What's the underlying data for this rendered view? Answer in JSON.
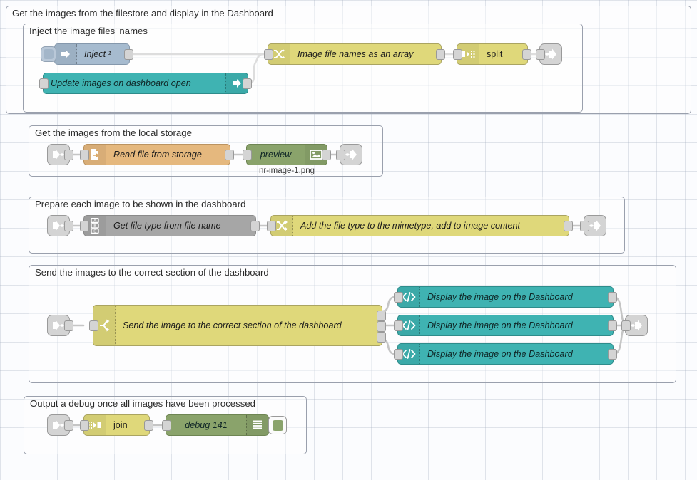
{
  "editor": {
    "app": "Node-RED flow editor canvas",
    "canvas_background": "#fbfcfe",
    "grid_color": "#a0aabe"
  },
  "palette": {
    "yellow": "#dfd87a",
    "teal": "#3fb3b2",
    "green": "#8aa36b",
    "grey": "#a6a6a6",
    "tan": "#e5b87e",
    "blue": "#a6bbcf",
    "link_node": "#d4d4d4",
    "group_border": "#9aa0ad"
  },
  "groups": {
    "outer": {
      "label": "Get the images from the filestore and display in the Dashboard"
    },
    "inject": {
      "label": "Inject the image files' names"
    },
    "storage": {
      "label": "Get the images from the local storage"
    },
    "prepare": {
      "label": "Prepare each image to be shown in the dashboard"
    },
    "send": {
      "label": "Send the images to the correct section of the dashboard"
    },
    "debug": {
      "label": "Output a debug once all images have been processed"
    }
  },
  "nodes": {
    "inject": {
      "label": "Inject ¹",
      "type": "inject",
      "icon": "inject-arrow-icon",
      "color": "#a6bbcf"
    },
    "update_images": {
      "label": "Update images on dashboard open",
      "type": "ui-control",
      "icon": "arrow-right-icon",
      "color": "#3fb3b2"
    },
    "image_names": {
      "label": "Image file names as an array",
      "type": "change",
      "icon": "shuffle-icon",
      "color": "#dfd87a"
    },
    "split": {
      "label": "split",
      "type": "split",
      "icon": "split-icon",
      "color": "#dfd87a"
    },
    "read_file": {
      "label": "Read file from storage",
      "type": "file-in",
      "icon": "file-icon",
      "color": "#e5b87e"
    },
    "preview": {
      "label": "preview",
      "type": "image-preview",
      "icon": "image-icon",
      "color": "#8aa36b",
      "sublabel": "nr-image-1.png"
    },
    "get_file_type": {
      "label": "Get file type from file name",
      "type": "function",
      "icon": "abc-icon",
      "color": "#a6a6a6"
    },
    "add_mimetype": {
      "label": "Add the file type to the mimetype, add to image content",
      "type": "change",
      "icon": "shuffle-icon",
      "color": "#dfd87a"
    },
    "send_switch": {
      "label": "Send the image to the correct section of the dashboard",
      "type": "switch",
      "icon": "switch-fork-icon",
      "color": "#dfd87a"
    },
    "display_1": {
      "label": "Display the image on the Dashboard",
      "type": "template",
      "icon": "code-icon",
      "color": "#3fb3b2"
    },
    "display_2": {
      "label": "Display the image on the Dashboard",
      "type": "template",
      "icon": "code-icon",
      "color": "#3fb3b2"
    },
    "display_3": {
      "label": "Display the image on the Dashboard",
      "type": "template",
      "icon": "code-icon",
      "color": "#3fb3b2"
    },
    "join": {
      "label": "join",
      "type": "join",
      "icon": "join-icon",
      "color": "#dfd87a"
    },
    "debug": {
      "label": "debug 141",
      "type": "debug",
      "icon": "debug-list-icon",
      "color": "#8aa36b",
      "toggle": "debug-toggle-button"
    }
  },
  "link_nodes": {
    "out_1": {
      "icon": "link-out-icon"
    },
    "in_1": {
      "icon": "link-in-icon"
    },
    "out_2": {
      "icon": "link-out-icon"
    },
    "in_2": {
      "icon": "link-in-icon"
    },
    "out_3": {
      "icon": "link-out-icon"
    },
    "in_3": {
      "icon": "link-in-icon"
    },
    "out_4": {
      "icon": "link-out-icon"
    },
    "in_4": {
      "icon": "link-in-icon"
    }
  }
}
